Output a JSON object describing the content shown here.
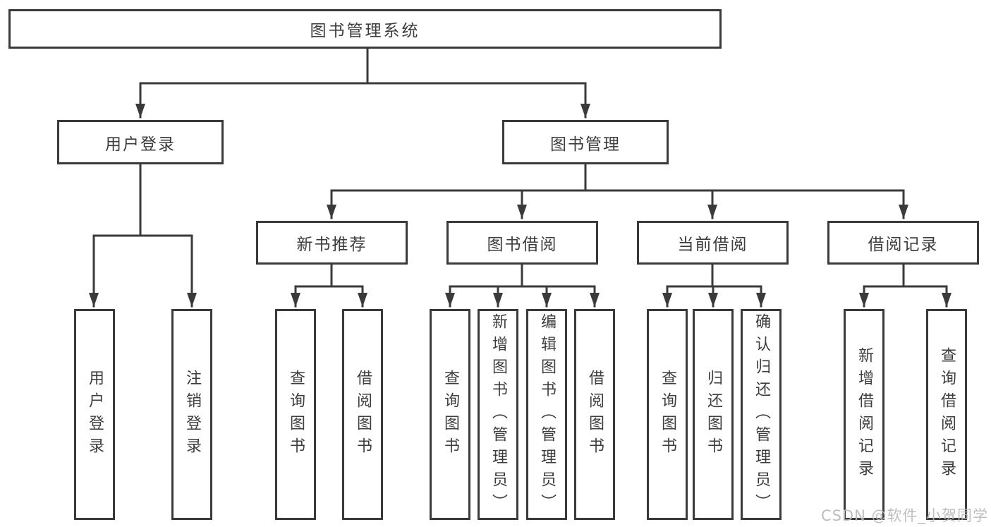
{
  "tree": {
    "root": {
      "label": "图书管理系统"
    },
    "branches": {
      "user_login": {
        "label": "用户登录",
        "children": [
          "用户登录",
          "注销登录"
        ]
      },
      "book_management": {
        "label": "图书管理",
        "children": {
          "new_book_recommend": {
            "label": "新书推荐",
            "children": [
              "查询图书",
              "借阅图书"
            ]
          },
          "book_borrowing": {
            "label": "图书借阅",
            "children": [
              "查询图书",
              "新增图书（管理员）",
              "编辑图书（管理员）",
              "借阅图书"
            ]
          },
          "current_borrowing": {
            "label": "当前借阅",
            "children": [
              "查询图书",
              "归还图书",
              "确认归还（管理员）"
            ]
          },
          "borrowing_records": {
            "label": "借阅记录",
            "children": [
              "新增借阅记录",
              "查询借阅记录"
            ]
          }
        }
      }
    }
  },
  "watermark": {
    "text": "CSDN @软件_小贺同学"
  },
  "colors": {
    "line": "#3a3a3a",
    "text": "#3d3d3d",
    "background": "#ffffff",
    "watermark": "#b9b9b9"
  }
}
